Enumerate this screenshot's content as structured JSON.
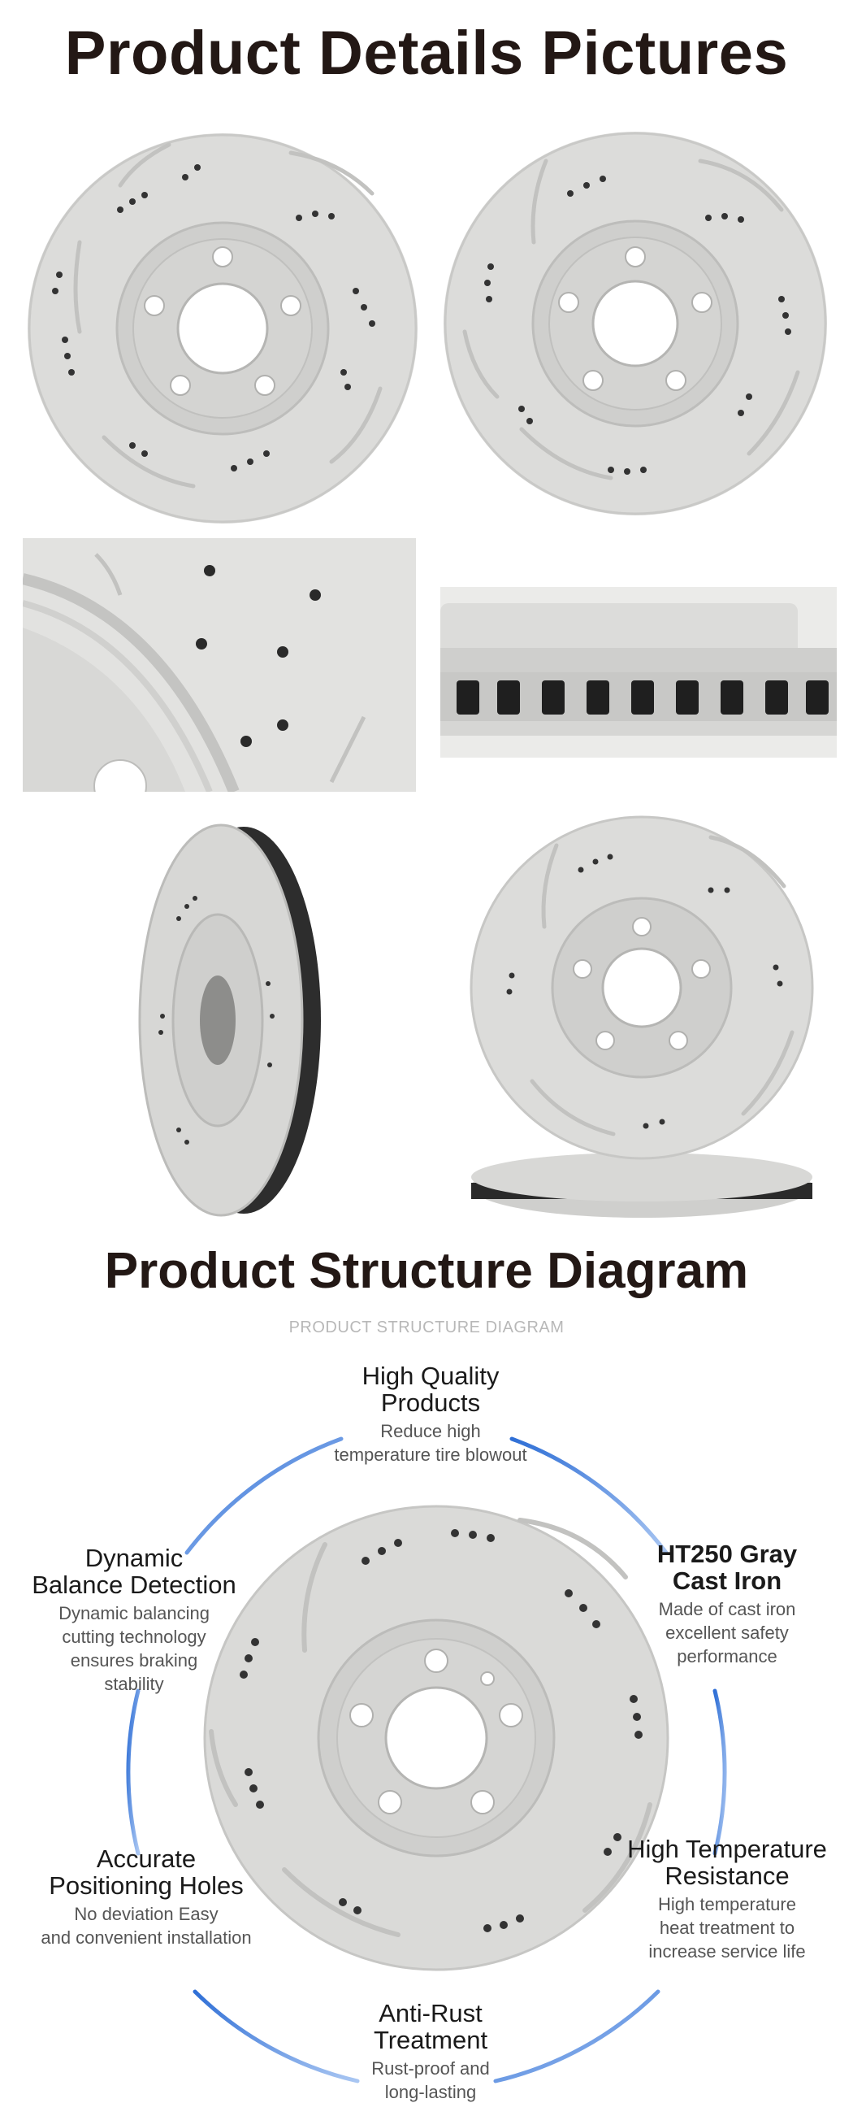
{
  "heading_top": "Product Details Pictures",
  "heading_bottom": "Product Structure Diagram",
  "diagram_caption": "PRODUCT STRUCTURE DIAGRAM",
  "photos": [
    {
      "name": "photo-front-rotor-1"
    },
    {
      "name": "photo-front-rotor-2"
    },
    {
      "name": "photo-closeup-surface"
    },
    {
      "name": "photo-side-vents"
    },
    {
      "name": "photo-angled-rotor"
    },
    {
      "name": "photo-rotor-stack"
    }
  ],
  "features": {
    "top": {
      "title_1": "High Quality",
      "title_2": "Products",
      "desc_1": "Reduce high",
      "desc_2": "temperature tire blowout"
    },
    "left_upper": {
      "title_1": "Dynamic",
      "title_2": "Balance Detection",
      "desc_1": "Dynamic balancing",
      "desc_2": "cutting technology",
      "desc_3": "ensures braking",
      "desc_4": "stability"
    },
    "right_upper": {
      "title_1": "HT250 Gray",
      "title_2": "Cast Iron",
      "desc_1": "Made of cast iron",
      "desc_2": "excellent safety",
      "desc_3": "performance"
    },
    "left_lower": {
      "title_1": "Accurate",
      "title_2": "Positioning Holes",
      "desc_1": "No deviation Easy",
      "desc_2": "and convenient installation"
    },
    "right_lower": {
      "title_1": "High Temperature",
      "title_2": "Resistance",
      "desc_1": "High temperature",
      "desc_2": "heat treatment to",
      "desc_3": "increase service life"
    },
    "bottom": {
      "title_1": "Anti-Rust",
      "title_2": "Treatment",
      "desc_1": "Rust-proof and",
      "desc_2": "long-lasting"
    }
  },
  "colors": {
    "heading": "#231815",
    "rotor": "#d9d9d7",
    "arc": "#2f6fd6",
    "caption": "#b8b8b8"
  }
}
